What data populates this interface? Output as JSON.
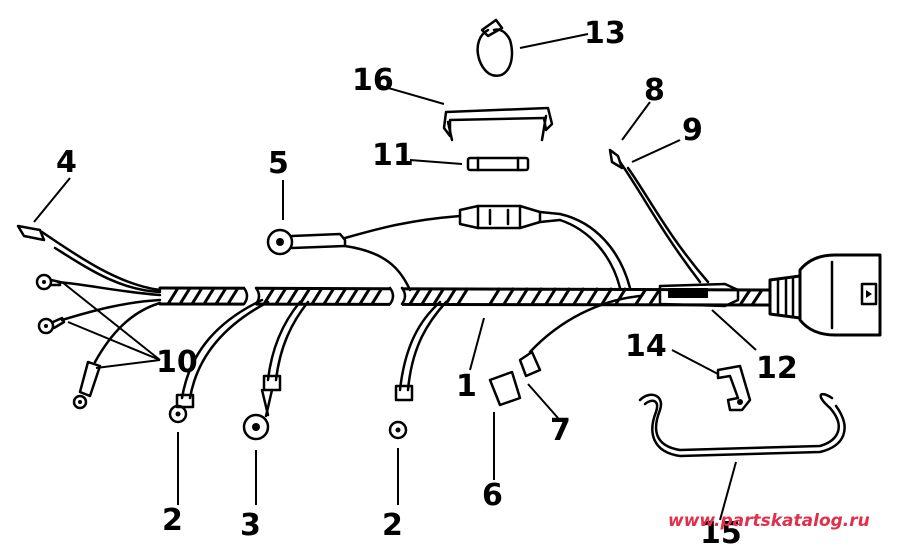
{
  "diagram": {
    "callouts": [
      {
        "id": "1",
        "label": "1"
      },
      {
        "id": "2a",
        "label": "2"
      },
      {
        "id": "2b",
        "label": "2"
      },
      {
        "id": "3",
        "label": "3"
      },
      {
        "id": "4",
        "label": "4"
      },
      {
        "id": "5",
        "label": "5"
      },
      {
        "id": "6",
        "label": "6"
      },
      {
        "id": "7",
        "label": "7"
      },
      {
        "id": "8",
        "label": "8"
      },
      {
        "id": "9",
        "label": "9"
      },
      {
        "id": "10",
        "label": "10"
      },
      {
        "id": "11",
        "label": "11"
      },
      {
        "id": "12",
        "label": "12"
      },
      {
        "id": "13",
        "label": "13"
      },
      {
        "id": "14",
        "label": "14"
      },
      {
        "id": "15",
        "label": "15"
      },
      {
        "id": "16",
        "label": "16"
      }
    ],
    "watermark": {
      "text": "www.partskatalog.ru",
      "color": "#e0304a"
    }
  }
}
